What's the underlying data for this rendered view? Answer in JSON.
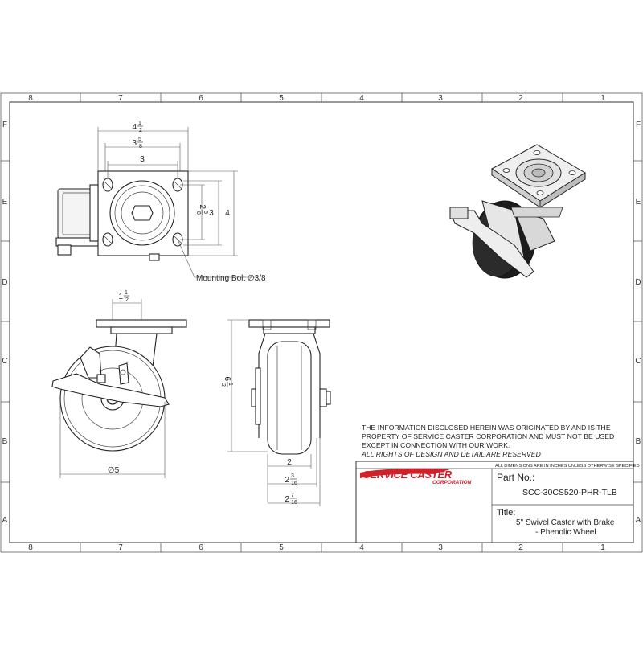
{
  "zones": {
    "columns": [
      "8",
      "7",
      "6",
      "5",
      "4",
      "3",
      "2",
      "1"
    ],
    "rows": [
      "F",
      "E",
      "D",
      "C",
      "B",
      "A"
    ]
  },
  "dimensions": {
    "top_width": {
      "whole": "4",
      "frac_num": "1",
      "frac_den": "2"
    },
    "top_inner": {
      "whole": "3",
      "frac_num": "5",
      "frac_den": "8"
    },
    "top_bolt": "3",
    "side_inner": {
      "whole": "2",
      "frac_num": "5",
      "frac_den": "8"
    },
    "side_bolt": "3",
    "side_height": "4",
    "mounting_bolt": "Mounting Bolt ∅3/8",
    "offset": {
      "whole": "1",
      "frac_num": "1",
      "frac_den": "2"
    },
    "wheel_dia": "∅5",
    "overall_height": {
      "whole": "6",
      "frac_num": "1",
      "frac_den": "2"
    },
    "wheel_width": "2",
    "hub_a": {
      "whole": "2",
      "frac_num": "3",
      "frac_den": "16"
    },
    "hub_b": {
      "whole": "2",
      "frac_num": "7",
      "frac_den": "16"
    }
  },
  "notice_lines": [
    "THE INFORMATION DISCLOSED HEREIN WAS ORIGINATED BY AND IS THE",
    "PROPERTY OF SERVICE CASTER CORPORATION AND MUST NOT BE USED",
    "EXCEPT IN CONNECTION WITH OUR WORK.",
    "ALL RIGHTS OF DESIGN AND DETAIL ARE RESERVED"
  ],
  "title_block": {
    "logo_main": "SERVICE CASTER",
    "logo_sub": "CORPORATION",
    "units_note": "ALL DIMENSIONS ARE IN INCHES UNLESS OTHERWISE SPECIFIED",
    "part_label": "Part No.:",
    "part_number": "SCC-30CS520-PHR-TLB",
    "title_label": "Title:",
    "title_line1": "5\" Swivel Caster with Brake",
    "title_line2": "- Phenolic Wheel"
  },
  "colors": {
    "logo_red": "#d0202a",
    "line": "#333333"
  }
}
